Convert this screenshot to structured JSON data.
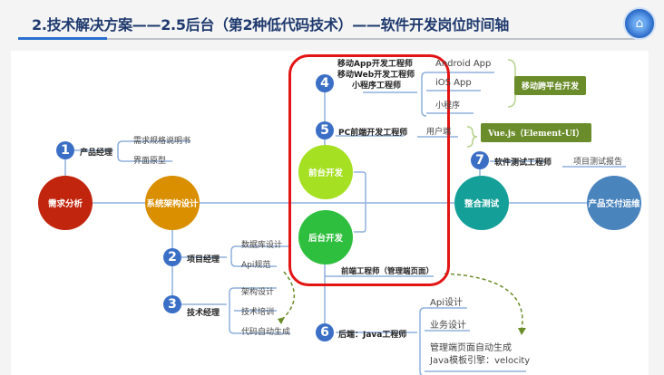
{
  "title": "2.技术解决方案——2.5后台（第2种低代码技术）——软件开发岗位时间轴",
  "logo_icon": "home-icon",
  "stages": {
    "s1": "需求分析",
    "s2": "系统架构设计",
    "s3": "前台开发",
    "s4": "后台开发",
    "s5": "整合测试",
    "s6": "产品交付运维"
  },
  "roles": {
    "r1": {
      "num": "1",
      "label": "产品经理",
      "items": [
        "需求规格说明书",
        "界面原型"
      ]
    },
    "r2": {
      "num": "2",
      "label": "项目经理",
      "items": [
        "数据库设计",
        "Api规范"
      ]
    },
    "r3": {
      "num": "3",
      "label": "技术经理",
      "items": [
        "架构设计",
        "技术培训",
        "代码自动生成"
      ]
    },
    "r4": {
      "num": "4",
      "label_lines": [
        "移动App开发工程师",
        "移动Web开发工程师",
        "小程序工程师"
      ],
      "items": [
        "Android App",
        "iOS App",
        "小程序"
      ],
      "tag": "移动跨平台开发"
    },
    "r5": {
      "num": "5",
      "label": "PC前端开发工程师",
      "items": [
        "用户端"
      ],
      "tag": "Vue.js（Element-UI）"
    },
    "r6": {
      "num": "6",
      "label": "后端：Java工程师",
      "items": [
        "Api设计",
        "业务设计",
        "管理端页面自动生成",
        "Java模板引擎：velocity"
      ]
    },
    "r7": {
      "num": "7",
      "label": "软件测试工程师",
      "items": [
        "项目测试报告"
      ]
    },
    "admin_frontend": "前端工程师（管理端页面）"
  },
  "colors": {
    "c1": "#c2250d",
    "c2": "#d98f00",
    "c3": "#a6e022",
    "c4": "#2fbf3f",
    "c5": "#14a098",
    "c6": "#4a84bd",
    "badge": "#3b6fc6",
    "highlight": "#e31414",
    "tag": "#6b8c2a"
  }
}
